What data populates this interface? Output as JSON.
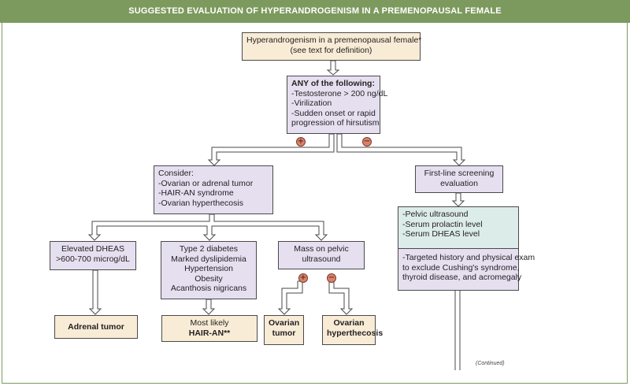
{
  "header": {
    "title": "SUGGESTED EVALUATION OF HYPERANDROGENISM IN A PREMENOPAUSAL FEMALE"
  },
  "nodes": {
    "start": {
      "lines": [
        "Hyperandrogenism in a premenopausal female*",
        "(see text for definition)"
      ]
    },
    "criteria": {
      "lines": [
        "ANY of the following:",
        "-Testosterone > 200 ng/dL",
        "-Virilization",
        "-Sudden onset or rapid",
        "progression of hirsutism"
      ]
    },
    "consider": {
      "lines": [
        "Consider:",
        "-Ovarian or adrenal tumor",
        "-HAIR-AN syndrome",
        "-Ovarian hyperthecosis"
      ]
    },
    "first_line": {
      "lines": [
        "First-line screening",
        "evaluation"
      ]
    },
    "tests": {
      "lines": [
        "-Pelvic ultrasound",
        "-Serum prolactin level",
        "-Serum DHEAS level"
      ]
    },
    "history": {
      "lines": [
        "-Targeted history and physical exam",
        "to exclude Cushing's syndrome,",
        "thyroid disease, and acromegaly"
      ]
    },
    "dheas": {
      "lines": [
        "Elevated DHEAS",
        ">600-700 microg/dL"
      ]
    },
    "metabolic": {
      "lines": [
        "Type 2 diabetes",
        "Marked dyslipidemia",
        "Hypertension",
        "Obesity",
        "Acanthosis nigricans"
      ]
    },
    "mass": {
      "lines": [
        "Mass on pelvic",
        "ultrasound"
      ]
    },
    "adrenal_tumor": {
      "lines": [
        "Adrenal tumor"
      ]
    },
    "hair_an": {
      "lines": [
        "Most likely",
        "HAIR-AN**"
      ]
    },
    "ovarian_tumor": {
      "lines": [
        "Ovarian",
        "tumor"
      ]
    },
    "ovarian_hyperthecosis": {
      "lines": [
        "Ovarian",
        "hyperthecosis"
      ]
    }
  },
  "signs": {
    "plus": "+",
    "minus": "−"
  },
  "footer": {
    "continued": "(Continued)"
  }
}
